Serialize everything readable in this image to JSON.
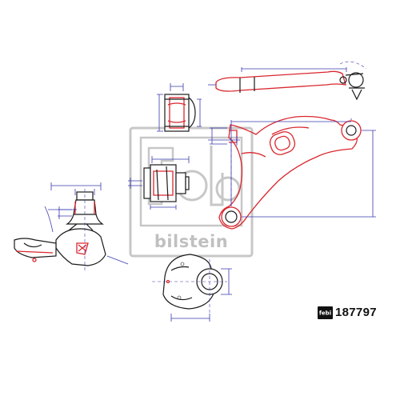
{
  "watermark": {
    "mark": "febi",
    "brand": "bilstein"
  },
  "badge": {
    "mark": "febi"
  },
  "part_number": "187797",
  "colors": {
    "outline": "#1a1a1a",
    "highlight": "#d9272e",
    "dimension": "#3b3bb0",
    "watermark": "#bdbdbd"
  }
}
